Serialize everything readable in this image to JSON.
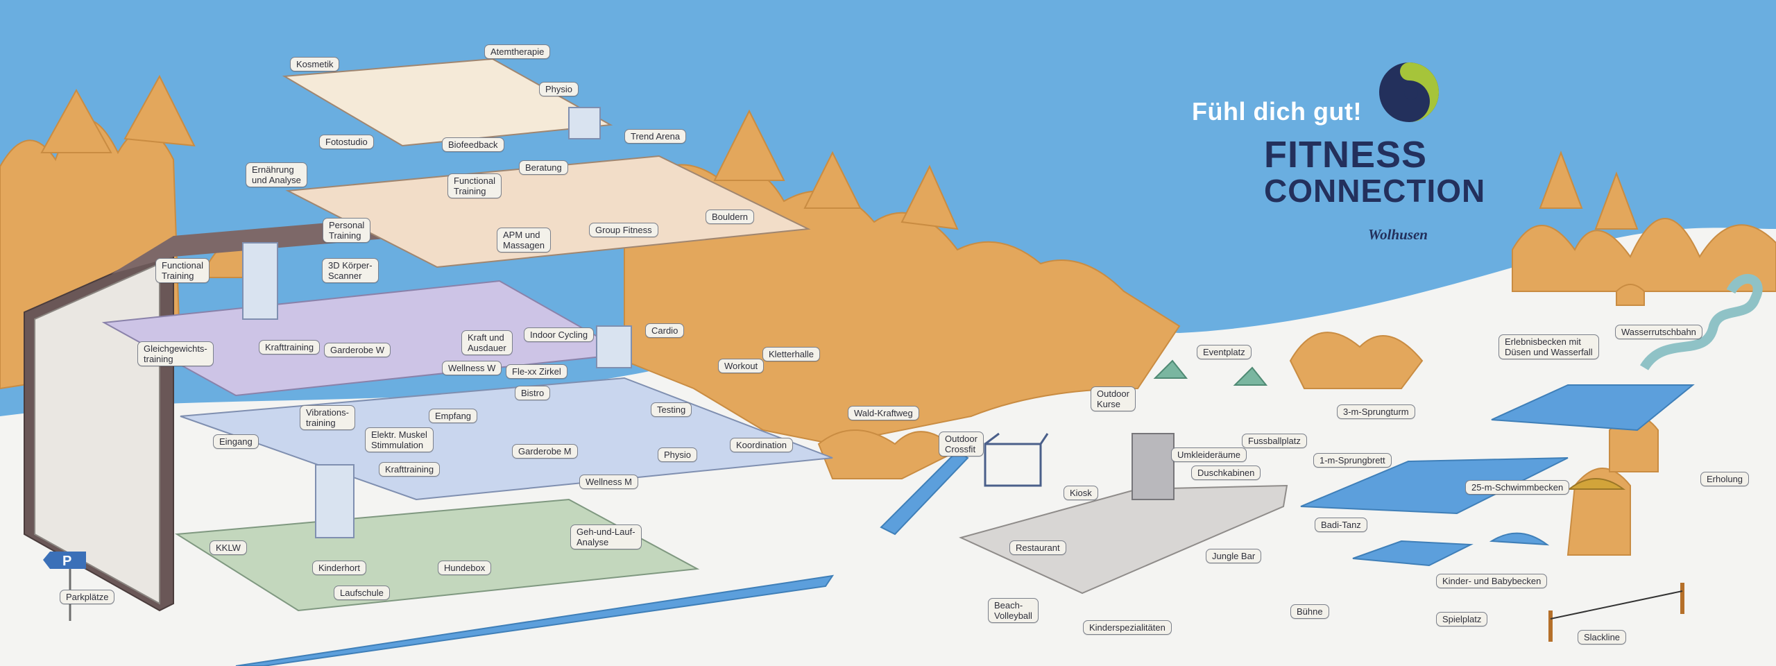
{
  "header": {
    "slogan": "Fühl dich gut!",
    "brand_line1": "FITNESS",
    "brand_line2": "CONNECTION",
    "location": "Wolhusen"
  },
  "colors": {
    "sky": "#6aaee0",
    "brand_navy": "#23305c",
    "brand_green": "#a6c43a",
    "foliage": "#e3a75c",
    "floor_lilac": "#cdc4e6",
    "floor_blue": "#c9d6ee",
    "floor_peach": "#f2ddc8",
    "floor_green": "#c3d7bd",
    "building_brown": "#6a5757",
    "water": "#5c9fdc"
  },
  "icons": {
    "logo": "fitness-connection-logo",
    "parking": "parking-sign-icon"
  },
  "labels": {
    "kosmetik": "Kosmetik",
    "atemtherapie": "Atemtherapie",
    "physio_top": "Physio",
    "biofeedback": "Biofeedback",
    "trend_arena": "Trend Arena",
    "fotostudio": "Fotostudio",
    "ernaehrung": "Ernährung\nund Analyse",
    "beratung": "Beratung",
    "functional_top": "Functional\nTraining",
    "bouldern": "Bouldern",
    "personal_training": "Personal\nTraining",
    "group_fitness": "Group Fitness",
    "apm": "APM und\nMassagen",
    "functional_left": "Functional\nTraining",
    "scanner": "3D Körper-\nScanner",
    "cardio": "Cardio",
    "kraft_ausdauer": "Kraft und\nAusdauer",
    "indoor_cycling": "Indoor Cycling",
    "gleichgewicht": "Gleichgewichts-\ntraining",
    "krafttraining_top": "Krafttraining",
    "garderobe_w": "Garderobe W",
    "wellness_w": "Wellness W",
    "flexx": "Fle-xx Zirkel",
    "workout": "Workout",
    "kletterhalle": "Kletterhalle",
    "bistro": "Bistro",
    "vibration": "Vibrations-\ntraining",
    "empfang": "Empfang",
    "elektr_muskel": "Elektr. Muskel\nStimmulation",
    "testing": "Testing",
    "wald_kraftweg": "Wald-Kraftweg",
    "eingang": "Eingang",
    "garderobe_m": "Garderobe M",
    "physio_mid": "Physio",
    "koordination": "Koordination",
    "krafttraining_low": "Krafttraining",
    "wellness_m": "Wellness M",
    "kklw": "KKLW",
    "kinderhort": "Kinderhort",
    "hundebox": "Hundebox",
    "geh_lauf": "Geh-und-Lauf-\nAnalyse",
    "laufschule": "Laufschule",
    "parkplaetze": "Parkplätze",
    "eventplatz": "Eventplatz",
    "outdoor_kurse": "Outdoor\nKurse",
    "outdoor_crossfit": "Outdoor\nCrossfit",
    "fussballplatz": "Fussballplatz",
    "umkleideraeume": "Umkleideräume",
    "duschkabinen": "Duschkabinen",
    "kiosk": "Kiosk",
    "restaurant": "Restaurant",
    "jungle_bar": "Jungle Bar",
    "beach_volleyball": "Beach-\nVolleyball",
    "kinderspezialitaeten": "Kinderspezialitäten",
    "buehne": "Bühne",
    "badi_tanz": "Badi-Tanz",
    "sprungturm": "3-m-Sprungturm",
    "sprungbrett": "1-m-Sprungbrett",
    "schwimmbecken": "25-m-Schwimmbecken",
    "erlebnisbecken": "Erlebnisbecken mit\nDüsen und Wasserfall",
    "wasserrutschbahn": "Wasserrutschbahn",
    "erholung": "Erholung",
    "kinderbecken": "Kinder- und Babybecken",
    "spielplatz": "Spielplatz",
    "slackline": "Slackline"
  }
}
